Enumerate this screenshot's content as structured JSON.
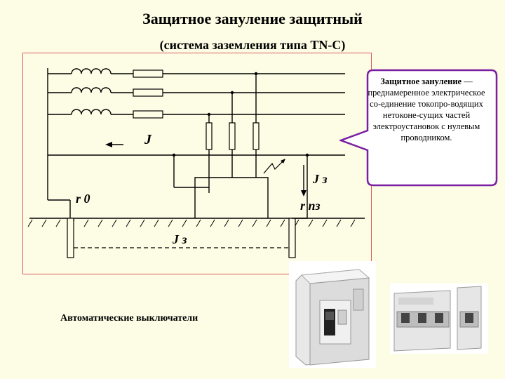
{
  "title": "Защитное зануление защитный",
  "subtitle": "(система заземления типа TN-C)",
  "callout": {
    "term": "Защитное зануление",
    "definition": " — преднамеренное электрическое со-единение токопро-водящих нетоконе-сущих частей электроустановок с нулевым проводником."
  },
  "diagram": {
    "labels": {
      "current": "J",
      "fault_current": "J з",
      "ground_current": "J з",
      "neutral_resistance": "r 0",
      "pe_resistance": "r пз"
    }
  },
  "caption": "Автоматические выключатели",
  "colors": {
    "background": "#fdfde6",
    "panel_border": "#d85a5a",
    "callout_border": "#7a1fa2",
    "wire": "#000000"
  }
}
